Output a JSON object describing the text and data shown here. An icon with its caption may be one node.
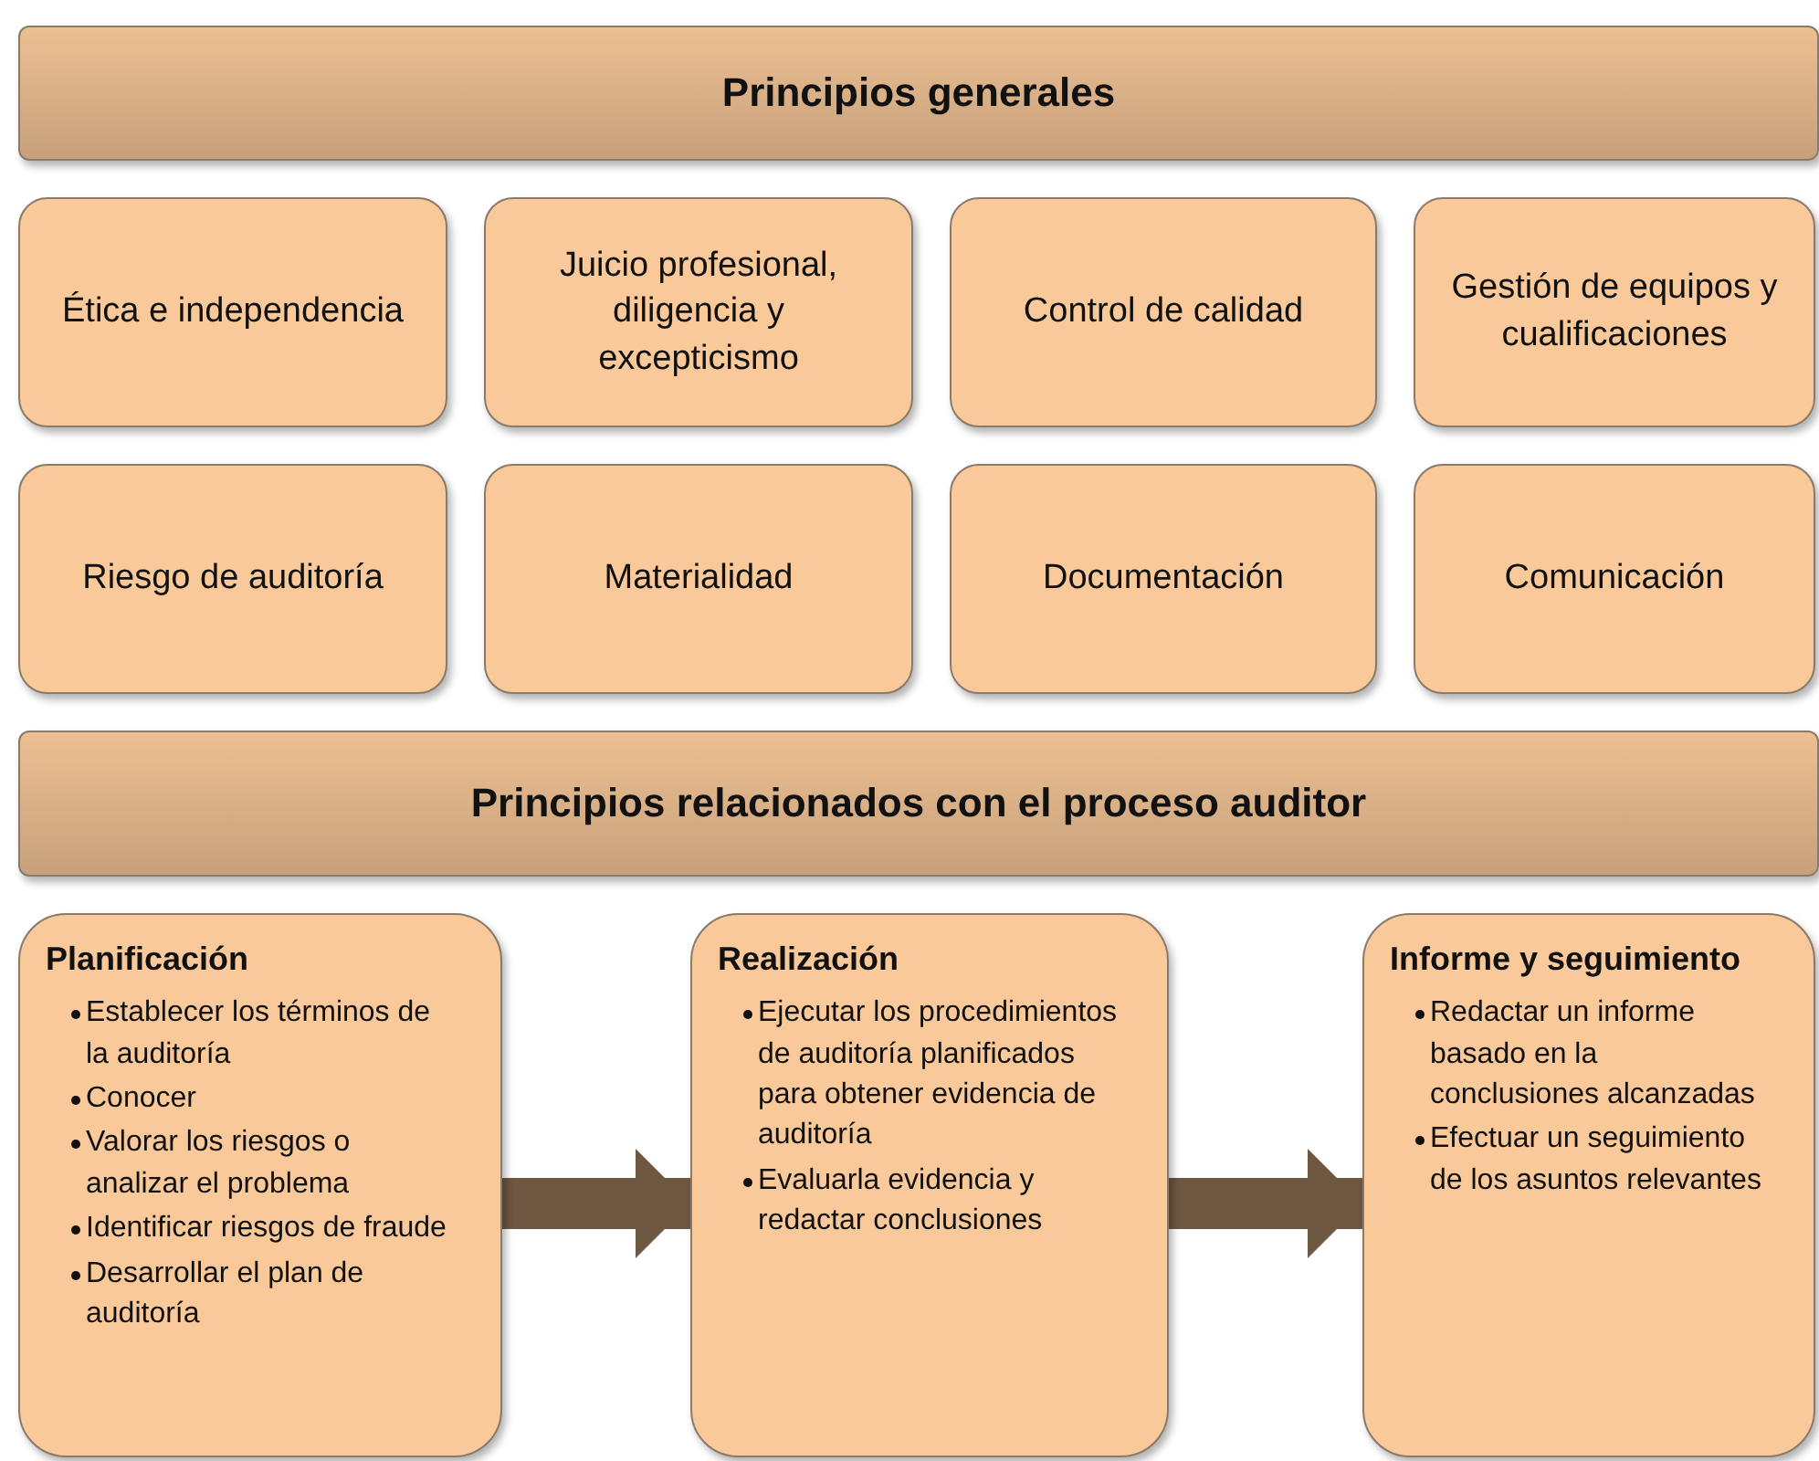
{
  "diagram": {
    "nodes": [
      {
        "text": [
          "Principios generales"
        ]
      },
      {
        "text": [
          "Ética e independencia"
        ]
      },
      {
        "text": [
          "Juicio profesional, diligencia y excepticismo"
        ]
      },
      {
        "text": [
          "Control de calidad"
        ]
      },
      {
        "text": [
          "Gestión de equipos y cualificaciones"
        ]
      },
      {
        "text": [
          "Riesgo de auditoría"
        ]
      },
      {
        "text": [
          "Materialidad"
        ]
      },
      {
        "text": [
          "Documentación"
        ]
      },
      {
        "text": [
          "Comunicación"
        ]
      },
      {
        "text": [
          "Principios relacionados con el proceso auditor"
        ]
      },
      {
        "text": [
          "Planificación",
          "Establecer los términos de la auditoría",
          "Conocer",
          "Valorar los riesgos o analizar el problema",
          "Identificar riesgos de fraude",
          "Desarrollar el plan de auditoría"
        ]
      },
      {
        "text": [
          "Realización",
          "Ejecutar los procedimientos de auditoría planificados para obtener evidencia de auditoría",
          "Evaluarla evidencia y redactar conclusiones"
        ]
      },
      {
        "text": [
          "Informe y seguimiento",
          "Redactar un informe basado en la conclusiones alcanzadas",
          "Efectuar un seguimiento de los asuntos relevantes"
        ]
      }
    ],
    "edges": [
      {
        "from": 10,
        "to": 11,
        "arrow": "to"
      },
      {
        "from": 11,
        "to": 12,
        "arrow": "to"
      }
    ]
  }
}
